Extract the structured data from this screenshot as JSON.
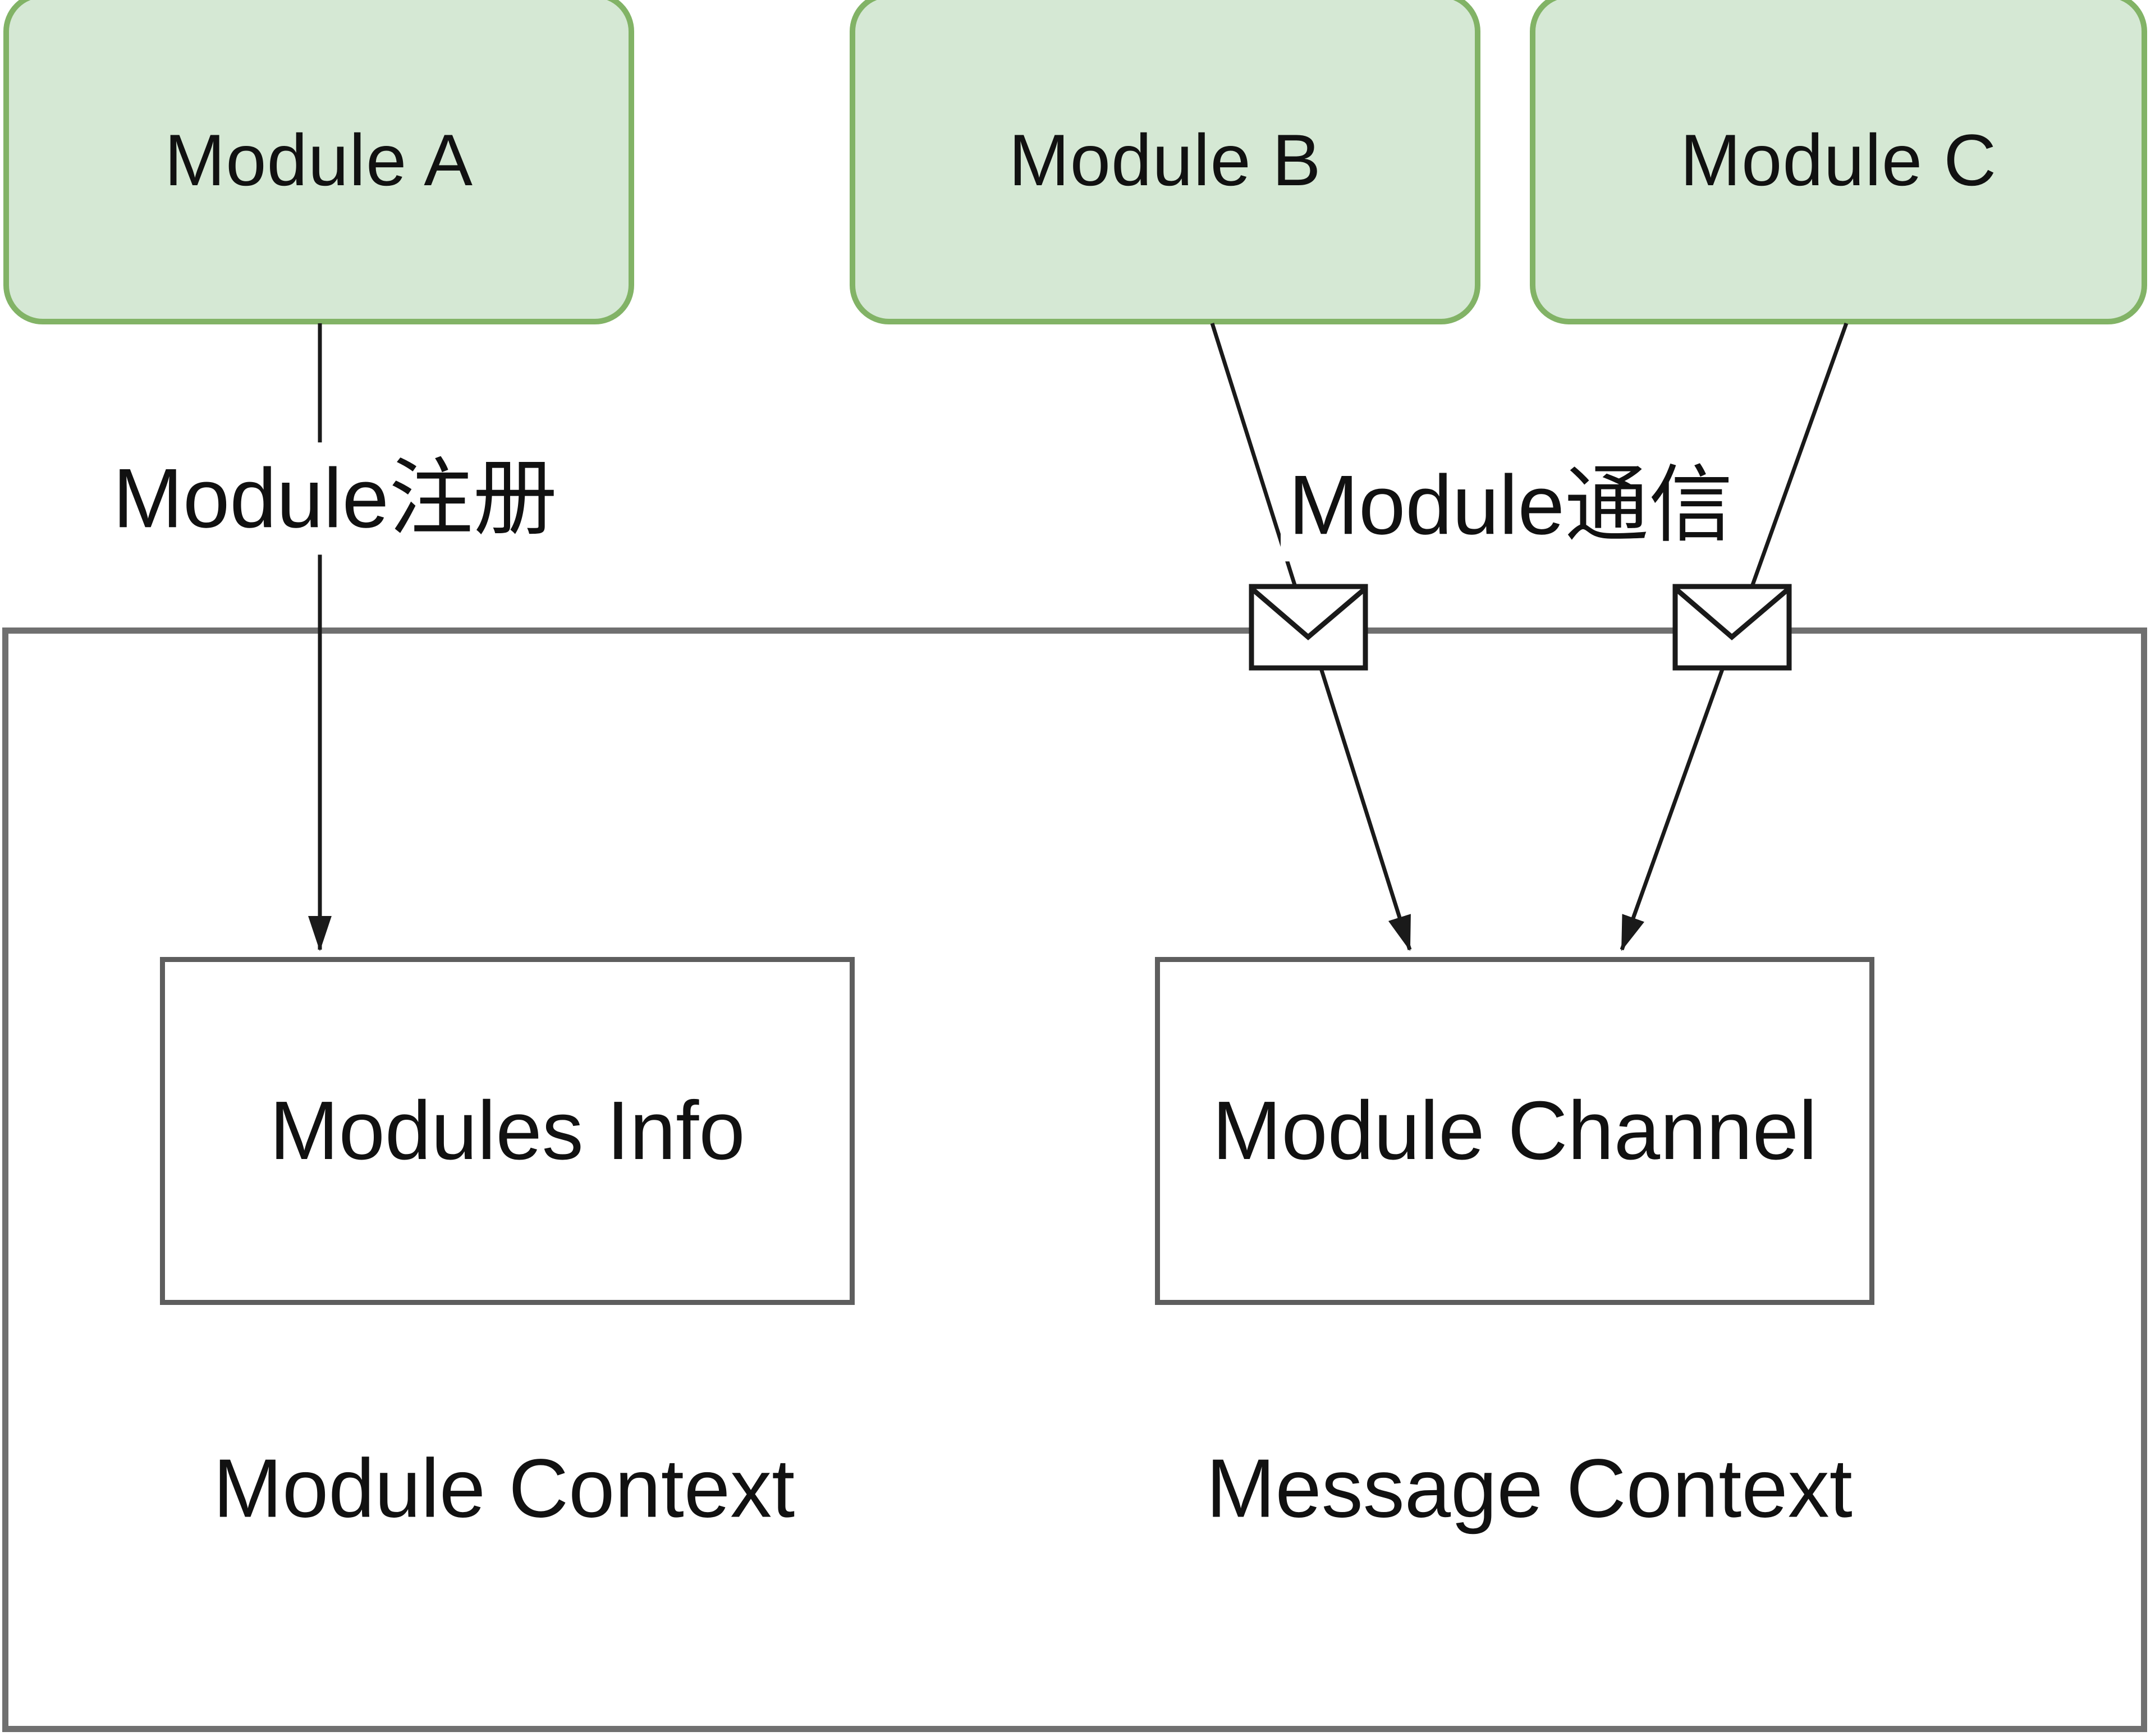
{
  "colors": {
    "node_fill": "#d5e8d4",
    "node_stroke": "#82b366",
    "container_stroke": "#707070",
    "inner_box_stroke": "#5e5e5e",
    "arrow_color": "#1a1a1a",
    "text_color": "#111111",
    "background": "#ffffff"
  },
  "diagram": {
    "top_nodes": {
      "module_a": {
        "label": "Module A"
      },
      "module_b": {
        "label": "Module B"
      },
      "module_c": {
        "label": "Module C"
      }
    },
    "edge_labels": {
      "register": "Module注册",
      "communicate": "Module通信"
    },
    "inner_boxes": {
      "modules_info": {
        "label": "Modules Info"
      },
      "module_channel": {
        "label": "Module Channel"
      }
    },
    "captions": {
      "module_context": "Module Context",
      "message_context": "Message Context"
    },
    "icons": {
      "message": "envelope-icon"
    }
  }
}
